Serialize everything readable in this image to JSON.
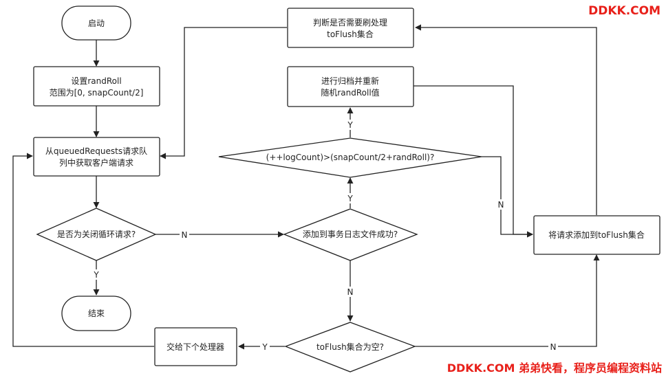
{
  "nodes": {
    "start": [
      "启动"
    ],
    "set_rand": [
      "设置randRoll",
      "范围为[0, snapCount/2]"
    ],
    "get_request": [
      "从queuedRequests请求队",
      "列中获取客户端请求"
    ],
    "is_close": [
      "是否为关闭循环请求?"
    ],
    "end": [
      "结束"
    ],
    "add_log": [
      "添加到事务日志文件成功?"
    ],
    "log_check": [
      "(++logCount)>(snapCount/2+randRoll)?"
    ],
    "roll": [
      "进行归档并重新",
      "随机randRoll值"
    ],
    "flush_check": [
      "判断是否需要刷处理",
      "toFlush集合"
    ],
    "add_flush": [
      "将请求添加到toFlush集合"
    ],
    "flush_empty": [
      "toFlush集合为空?"
    ],
    "next": [
      "交给下个处理器"
    ]
  },
  "edge_labels": {
    "close_no": "N",
    "close_yes": "Y",
    "log_yes": "Y",
    "log_no": "N",
    "logcount_yes": "Y",
    "logcount_no": "N",
    "empty_yes": "Y",
    "empty_no": "N"
  },
  "watermark": {
    "top": "DDKK.COM",
    "bottom": "DDKK.COM 弟弟快看，程序员编程资料站"
  },
  "colors": {
    "stroke": "#222222",
    "watermark": "#e8201a"
  }
}
